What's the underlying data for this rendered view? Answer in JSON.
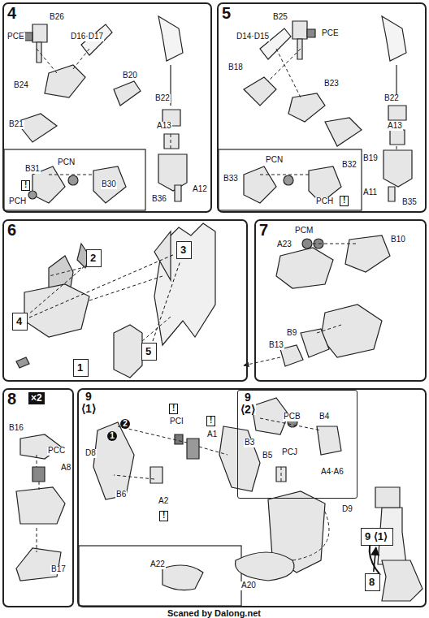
{
  "diagram": {
    "nodes": [
      {
        "text": [
          "4"
        ]
      },
      {
        "text": [
          "5"
        ]
      },
      {
        "text": [
          "6"
        ]
      },
      {
        "text": [
          "2"
        ],
        "in": 2
      },
      {
        "text": [
          "3"
        ],
        "in": 2
      },
      {
        "text": [
          "4"
        ],
        "in": 2
      },
      {
        "text": [
          "1"
        ],
        "in": 2
      },
      {
        "text": [
          "5"
        ],
        "in": 2
      },
      {
        "text": [
          "7"
        ]
      },
      {
        "text": [
          "8",
          "×2"
        ]
      },
      {
        "text": [
          "9 ⟨1⟩"
        ]
      },
      {
        "text": [
          "9 ⟨2⟩"
        ],
        "in": 10
      },
      {
        "text": [
          "9 ⟨1⟩"
        ],
        "in": 10
      },
      {
        "text": [
          "8"
        ],
        "in": 10
      }
    ],
    "edges": [
      {
        "from": 3,
        "to": 5,
        "arrow": "none"
      },
      {
        "from": 5,
        "to": 4,
        "arrow": "none"
      },
      {
        "from": 7,
        "to": 4,
        "arrow": "none"
      },
      {
        "from": 13,
        "to": 12,
        "arrow": "to"
      }
    ],
    "labels": [
      "B26",
      "PCE",
      "B24",
      "D16·D17",
      "B20",
      "B22",
      "A13",
      "B21",
      "B31",
      "PCN",
      "!",
      "PCH",
      "B30",
      "B36",
      "A12",
      "B25",
      "PCE",
      "D14·D15",
      "B18",
      "B23",
      "B22",
      "A13",
      "B19",
      "B33",
      "PCN",
      "B32",
      "PCH",
      "!",
      "A11",
      "B35",
      "PCM",
      "A23",
      "B10",
      "B9",
      "B13",
      "B16",
      "PCC",
      "A8",
      "B17",
      "!",
      "PCI",
      "!",
      "A1",
      "2",
      "1",
      "D8",
      "B5",
      "B6",
      "A2",
      "!",
      "D9",
      "A22",
      "A20",
      "PCB",
      "B4",
      "B3",
      "PCJ",
      "A4·A6",
      "Scaned by Dalong.net"
    ]
  }
}
